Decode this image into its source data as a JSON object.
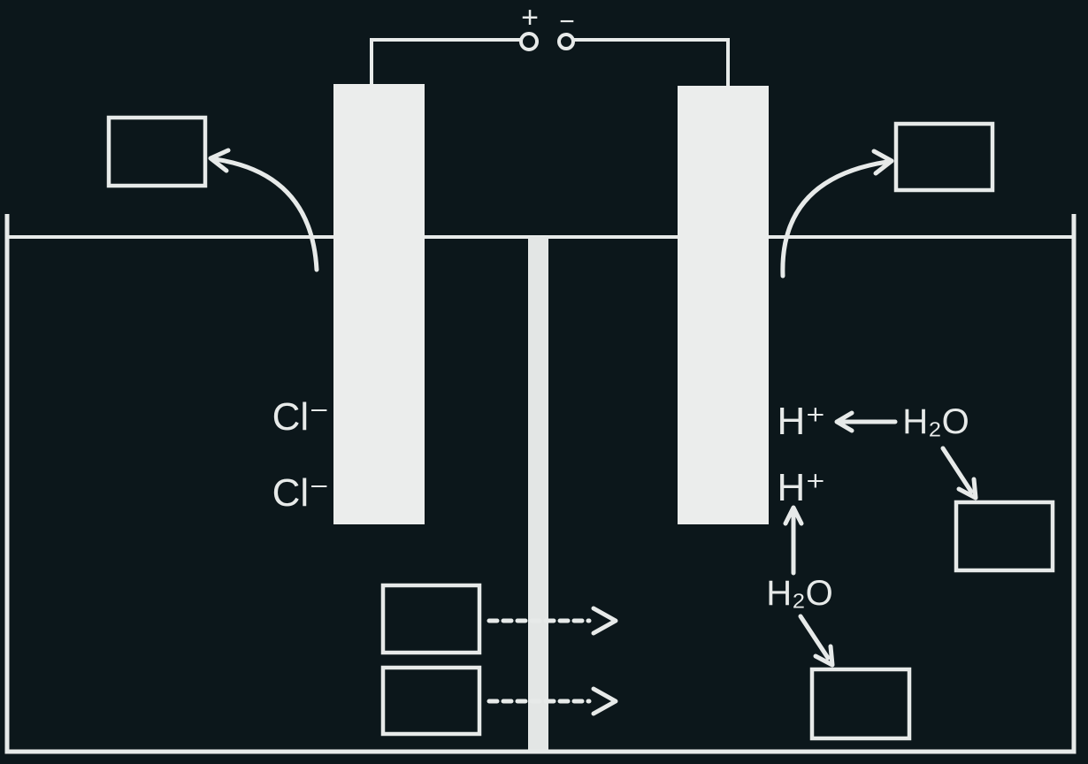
{
  "diagram": {
    "description": "Electrolysis cell diagram with two electrodes, a central membrane, ion labels and blank product boxes",
    "colors": {
      "background": "#0c171b",
      "stroke": "#e7eae9",
      "electrode_fill": "#ebedec",
      "membrane_fill": "#e3e6e5"
    },
    "power_supply": {
      "positive_terminal_label": "+",
      "negative_terminal_label": "−"
    },
    "left_compartment": {
      "ion_label_1": "Cl⁻",
      "ion_label_2": "Cl⁻"
    },
    "right_compartment": {
      "ion_label_1": "H⁺",
      "ion_label_2": "H⁺",
      "molecule_label_1": "H₂O",
      "molecule_label_2": "H₂O"
    }
  }
}
